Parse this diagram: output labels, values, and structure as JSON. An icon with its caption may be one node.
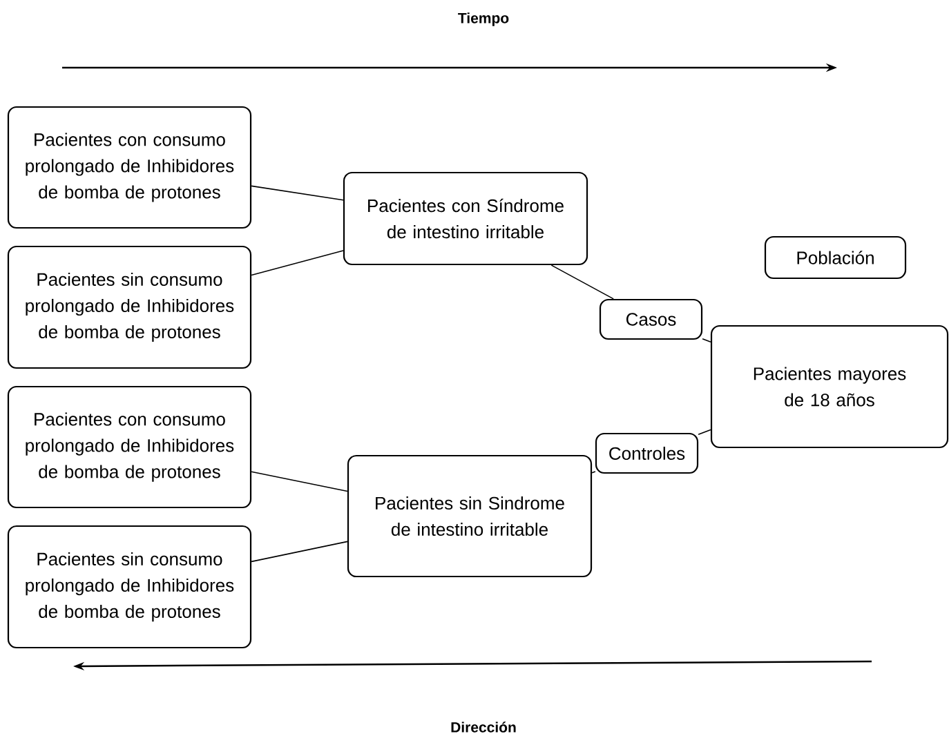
{
  "diagram": {
    "nodes": [
      {
        "text": [
          "Pacientes con consumo prolongado de Inhibidores de bomba de protones"
        ]
      },
      {
        "text": [
          "Pacientes sin consumo prolongado de Inhibidores de bomba de protones"
        ]
      },
      {
        "text": [
          "Pacientes con consumo prolongado de Inhibidores de bomba de protones"
        ]
      },
      {
        "text": [
          "Pacientes sin consumo prolongado de Inhibidores de bomba de protones"
        ]
      },
      {
        "text": [
          "Pacientes con Síndrome de intestino irritable"
        ]
      },
      {
        "text": [
          "Pacientes sin Sindrome de intestino irritable"
        ]
      },
      {
        "text": [
          "Población"
        ]
      },
      {
        "text": [
          "Casos"
        ]
      },
      {
        "text": [
          "Controles"
        ]
      },
      {
        "text": [
          "Pacientes mayores de 18 años"
        ]
      }
    ],
    "edges": [
      {
        "from": 0,
        "to": 4,
        "arrow": "none"
      },
      {
        "from": 1,
        "to": 4,
        "arrow": "none"
      },
      {
        "from": 2,
        "to": 5,
        "arrow": "none"
      },
      {
        "from": 3,
        "to": 5,
        "arrow": "none"
      },
      {
        "from": 4,
        "to": 7,
        "arrow": "none"
      },
      {
        "from": 7,
        "to": 9,
        "arrow": "none"
      },
      {
        "from": 5,
        "to": 8,
        "arrow": "none"
      },
      {
        "from": 8,
        "to": 9,
        "arrow": "none"
      }
    ],
    "labels": [
      "Tiempo",
      "Dirección"
    ]
  }
}
